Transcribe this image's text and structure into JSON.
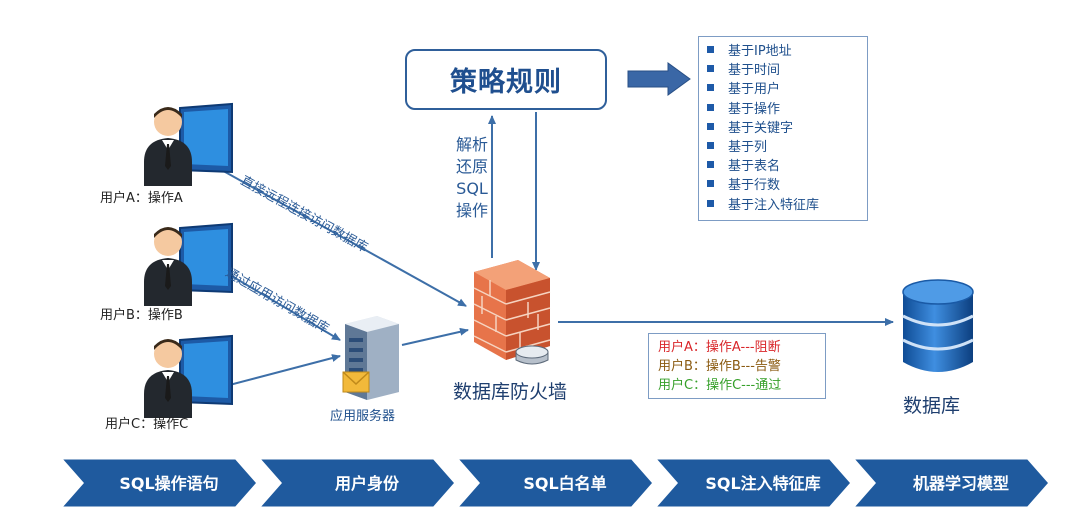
{
  "users": [
    {
      "label": "用户A：操作A"
    },
    {
      "label": "用户B：操作B"
    },
    {
      "label": "用户C：操作C"
    }
  ],
  "policy": {
    "title": "策略规则"
  },
  "rules": [
    "基于IP地址",
    "基于时间",
    "基于用户",
    "基于操作",
    "基于关键字",
    "基于列",
    "基于表名",
    "基于行数",
    "基于注入特征库"
  ],
  "parse_label": [
    "解析",
    "还原",
    "SQL",
    "操作"
  ],
  "paths": {
    "direct": "直接远程连接访问数据库",
    "via_app": "通过应用访问数据库"
  },
  "app_server": {
    "label": "应用服务器"
  },
  "firewall": {
    "label": "数据库防火墙"
  },
  "database": {
    "label": "数据库"
  },
  "results": [
    {
      "user": "用户A：操作A",
      "sep": "---",
      "action": "阻断",
      "color": "#d9262a"
    },
    {
      "user": "用户B：操作B",
      "sep": "---",
      "action": "告警",
      "color": "#8a5a10"
    },
    {
      "user": "用户C：操作C",
      "sep": "---",
      "action": "通过",
      "color": "#36a02a"
    }
  ],
  "steps": [
    "SQL操作语句",
    "用户身份",
    "SQL白名单",
    "SQL注入特征库",
    "机器学习模型"
  ],
  "colors": {
    "primary": "#2a5a96",
    "bar": "#1f5a9e",
    "arrow": "#3d6fa8"
  }
}
